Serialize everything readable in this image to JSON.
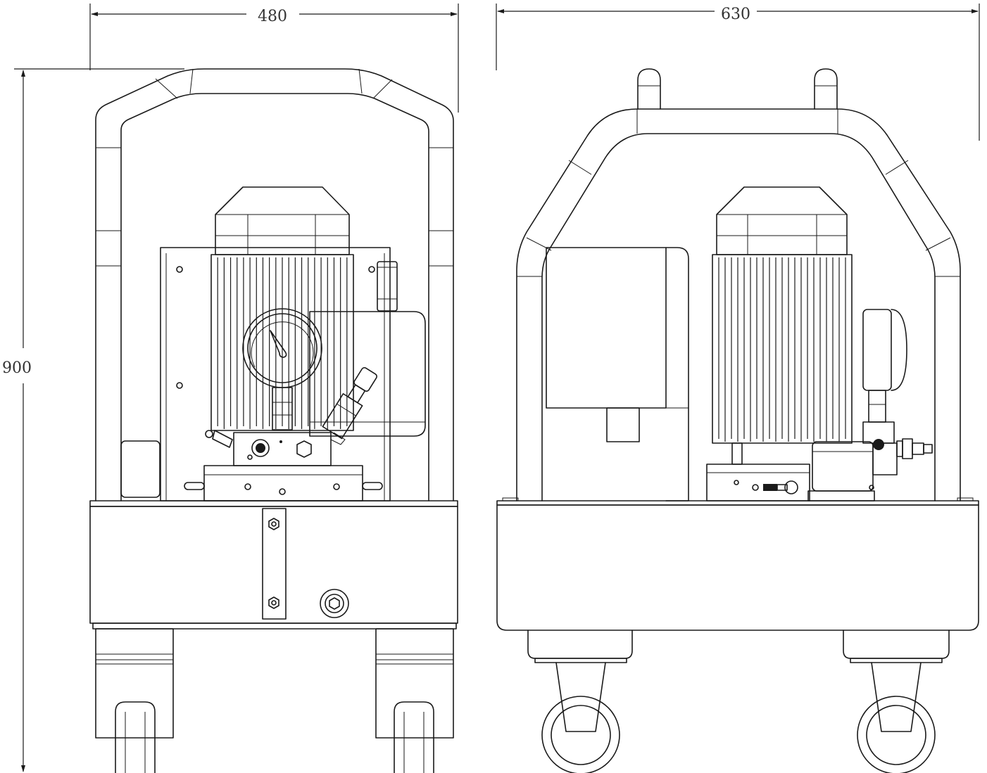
{
  "dimensions": {
    "front_width": "480",
    "side_width": "630",
    "height": "900"
  },
  "colors": {
    "line": "#1a1a1a",
    "dimension_text": "#333333",
    "background": "#ffffff"
  }
}
